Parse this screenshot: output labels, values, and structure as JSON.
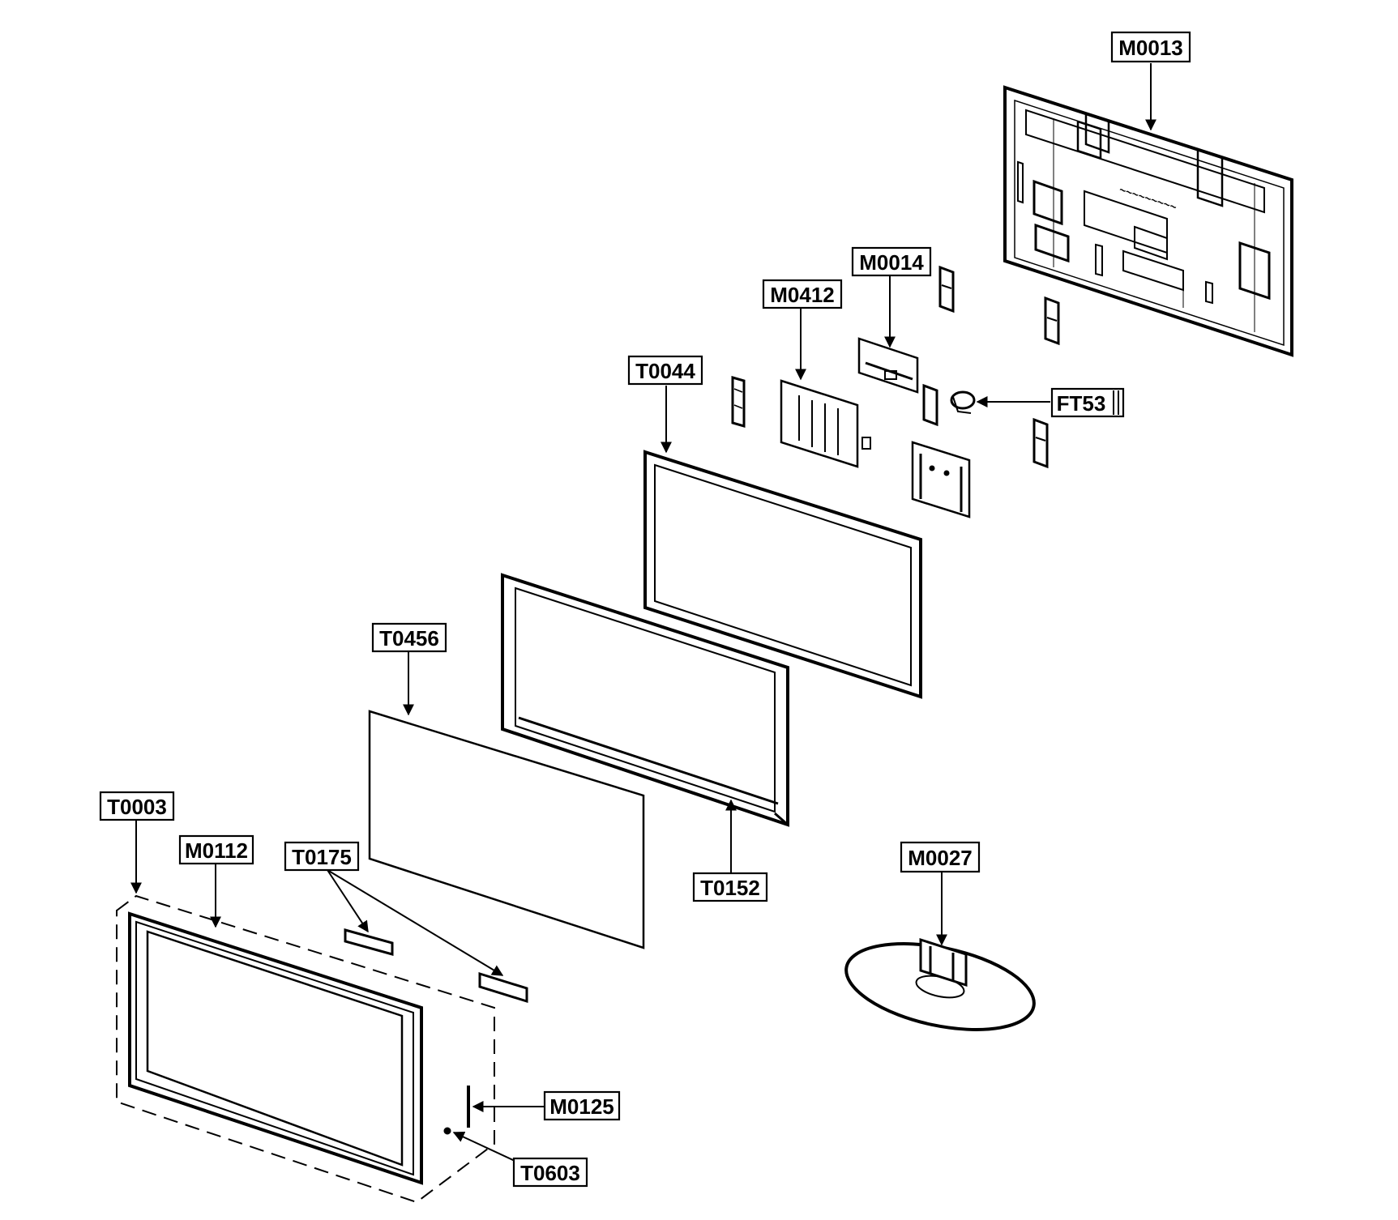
{
  "diagram": {
    "labels": {
      "M0013": "M0013",
      "M0014": "M0014",
      "M0412": "M0412",
      "T0044": "T0044",
      "FT53": "FT53",
      "T0456": "T0456",
      "T0003": "T0003",
      "M0112": "M0112",
      "T0175": "T0175",
      "T0152": "T0152",
      "M0027": "M0027",
      "M0125": "M0125",
      "T0603": "T0603"
    }
  }
}
